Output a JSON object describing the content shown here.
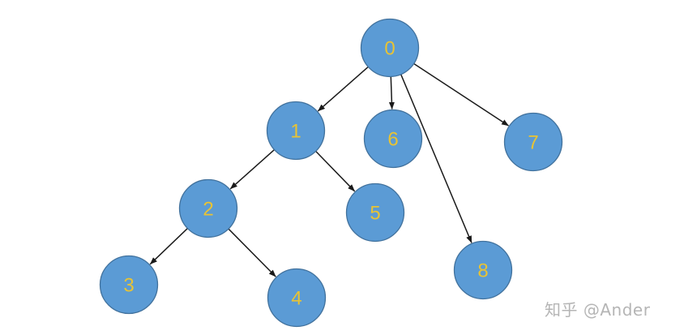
{
  "colors": {
    "node_fill": "#5B9BD5",
    "node_border": "#41719C",
    "label": "#E8C334",
    "edge": "#1a1a1a",
    "watermark": "#b5b5b5"
  },
  "tree": {
    "nodes": [
      {
        "id": "0",
        "label": "0"
      },
      {
        "id": "1",
        "label": "1"
      },
      {
        "id": "2",
        "label": "2"
      },
      {
        "id": "3",
        "label": "3"
      },
      {
        "id": "4",
        "label": "4"
      },
      {
        "id": "5",
        "label": "5"
      },
      {
        "id": "6",
        "label": "6"
      },
      {
        "id": "7",
        "label": "7"
      },
      {
        "id": "8",
        "label": "8"
      }
    ],
    "edges": [
      {
        "from": "0",
        "to": "1"
      },
      {
        "from": "0",
        "to": "6"
      },
      {
        "from": "0",
        "to": "8"
      },
      {
        "from": "0",
        "to": "7"
      },
      {
        "from": "1",
        "to": "2"
      },
      {
        "from": "1",
        "to": "5"
      },
      {
        "from": "2",
        "to": "3"
      },
      {
        "from": "2",
        "to": "4"
      }
    ]
  },
  "watermark": {
    "text": "知乎 @Ander"
  }
}
